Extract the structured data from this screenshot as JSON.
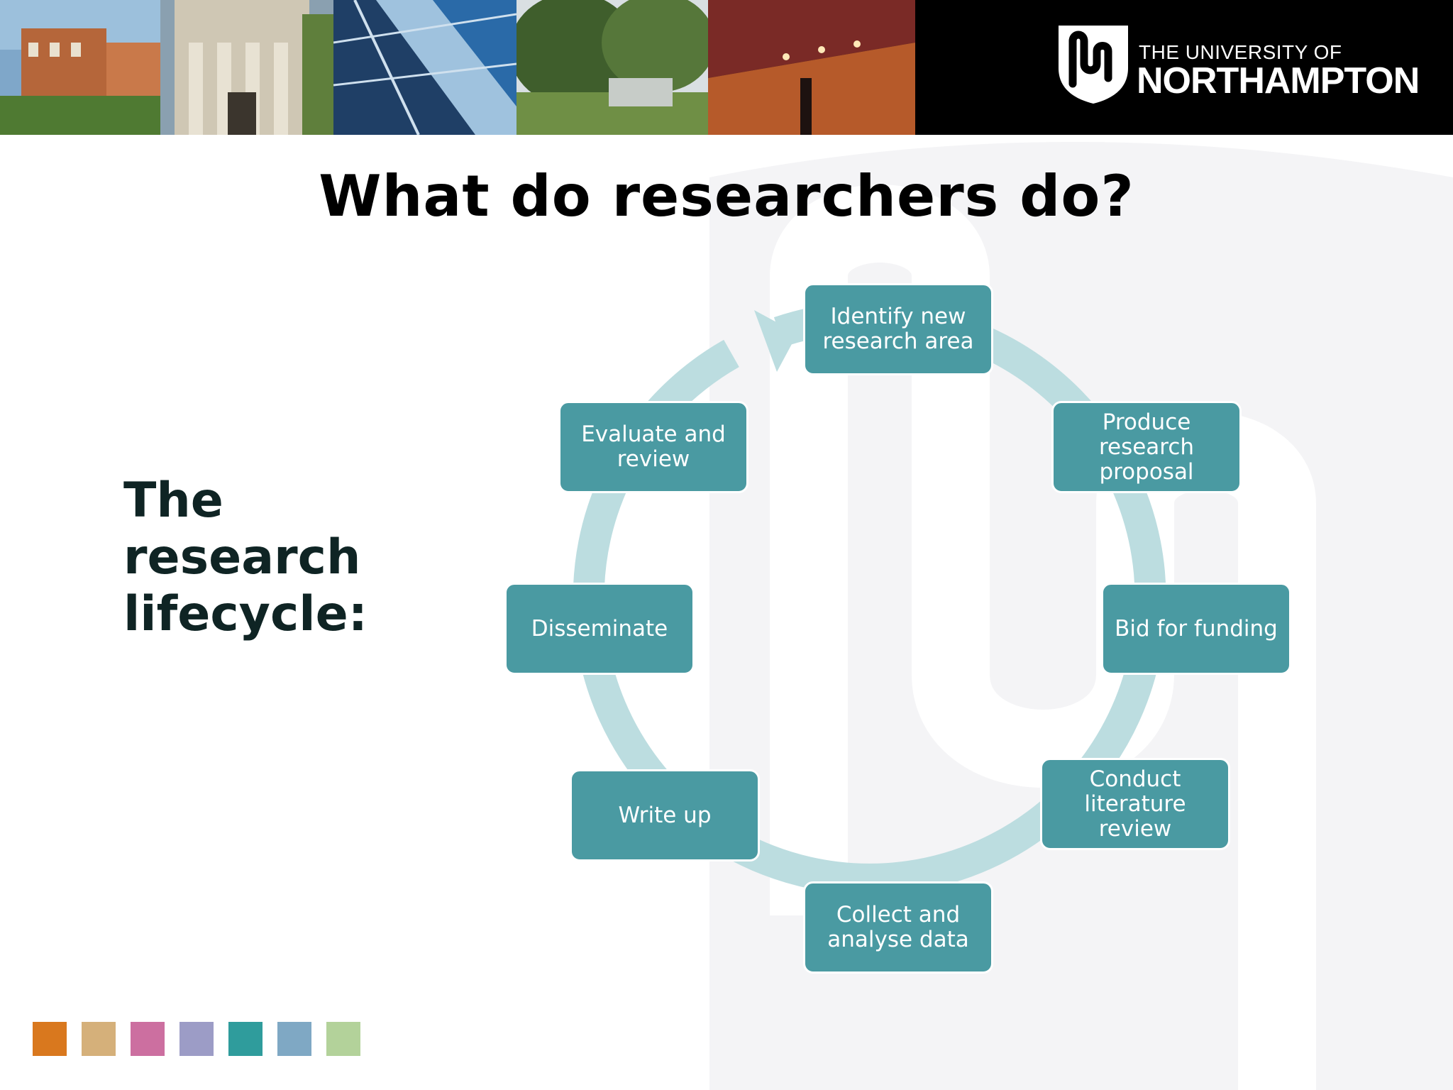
{
  "header": {
    "university_line1": "THE UNIVERSITY OF",
    "university_line2": "NORTHAMPTON"
  },
  "slide": {
    "title": "What do researchers do?",
    "subtitle": "The research lifecycle:"
  },
  "cycle": {
    "nodes": [
      "Identify new research area",
      "Produce research proposal",
      "Bid for funding",
      "Conduct literature review",
      "Collect and analyse data",
      "Write up",
      "Disseminate",
      "Evaluate and review"
    ],
    "node_color": "#4a9aa2",
    "arrow_color": "#bcdde0"
  },
  "swatches": [
    "#d9781e",
    "#d5b07a",
    "#cc6fa0",
    "#9c9cc6",
    "#2f9c9c",
    "#7fa8c4",
    "#b3d29a"
  ]
}
